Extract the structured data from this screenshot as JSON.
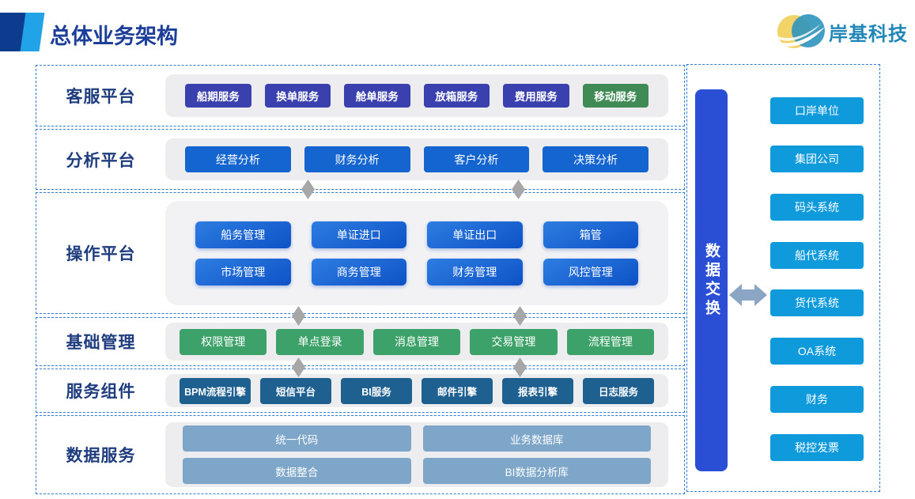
{
  "header": {
    "title": "总体业务架构",
    "logo_text": "岸基科技"
  },
  "rows": [
    {
      "label": "客服平台",
      "buttons": [
        "船期服务",
        "换单服务",
        "舱单服务",
        "放箱服务",
        "费用服务",
        "移动服务"
      ]
    },
    {
      "label": "分析平台",
      "buttons": [
        "经营分析",
        "财务分析",
        "客户分析",
        "决策分析"
      ]
    },
    {
      "label": "操作平台",
      "buttons": [
        "船务管理",
        "单证进口",
        "单证出口",
        "箱管",
        "市场管理",
        "商务管理",
        "财务管理",
        "风控管理"
      ]
    },
    {
      "label": "基础管理",
      "buttons": [
        "权限管理",
        "单点登录",
        "消息管理",
        "交易管理",
        "流程管理"
      ]
    },
    {
      "label": "服务组件",
      "buttons": [
        "BPM流程引擎",
        "短信平台",
        "BI服务",
        "邮件引擎",
        "报表引擎",
        "日志服务"
      ]
    },
    {
      "label": "数据服务",
      "buttons": [
        "统一代码",
        "业务数据库",
        "数据整合",
        "BI数据分析库"
      ]
    }
  ],
  "right_panel": {
    "bar_label": "数据交换",
    "systems": [
      "口岸单位",
      "集团公司",
      "码头系统",
      "船代系统",
      "货代系统",
      "OA系统",
      "财务",
      "税控发票"
    ]
  },
  "colors": {
    "title_text": "#1c3e99",
    "row_label_text": "#1e3c7e",
    "dashed_border": "#2f7cd6",
    "chip_indigo": "#3a40ad",
    "chip_green_dark": "#3f8a55",
    "chip_blue": "#1565d0",
    "chip_gradient_start": "#2e7de2",
    "chip_gradient_end": "#0d52c6",
    "chip_green": "#3da26a",
    "chip_steel_dark": "#1e6090",
    "chip_steel": "#7da6c8",
    "system_button": "#0f9adc",
    "exchange_bar": "#2b4fd4",
    "arrow": "#8ba6c5",
    "diamond": "#a7a7a7",
    "accent_dark": "#0d3c8e",
    "accent_light": "#22a3e8",
    "logo_yellow": "#f2d368",
    "logo_teal": "#2d95bd",
    "logo_text": "#2187b7"
  }
}
